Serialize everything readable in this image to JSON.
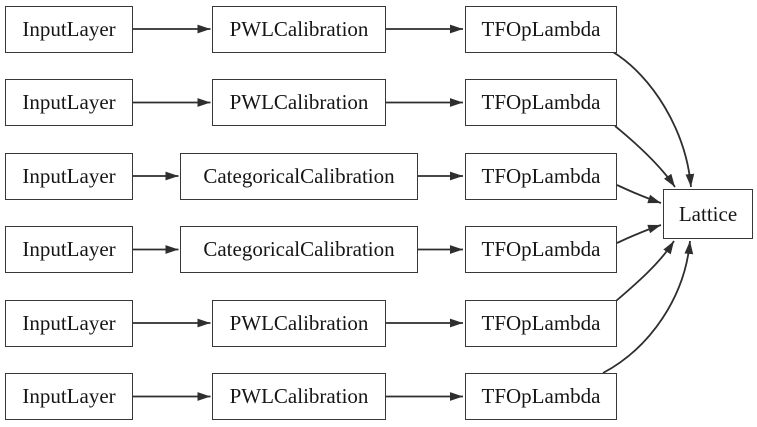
{
  "diagram": {
    "rows": [
      {
        "input": "InputLayer",
        "middle": "PWLCalibration",
        "output": "TFOpLambda"
      },
      {
        "input": "InputLayer",
        "middle": "PWLCalibration",
        "output": "TFOpLambda"
      },
      {
        "input": "InputLayer",
        "middle": "CategoricalCalibration",
        "output": "TFOpLambda"
      },
      {
        "input": "InputLayer",
        "middle": "CategoricalCalibration",
        "output": "TFOpLambda"
      },
      {
        "input": "InputLayer",
        "middle": "PWLCalibration",
        "output": "TFOpLambda"
      },
      {
        "input": "InputLayer",
        "middle": "PWLCalibration",
        "output": "TFOpLambda"
      }
    ],
    "sink": {
      "label": "Lattice"
    },
    "colors": {
      "background": "#ffffff",
      "node_fill": "#ffffff",
      "node_border": "#383838",
      "edge": "#2e2e2e",
      "text": "#161616"
    }
  }
}
